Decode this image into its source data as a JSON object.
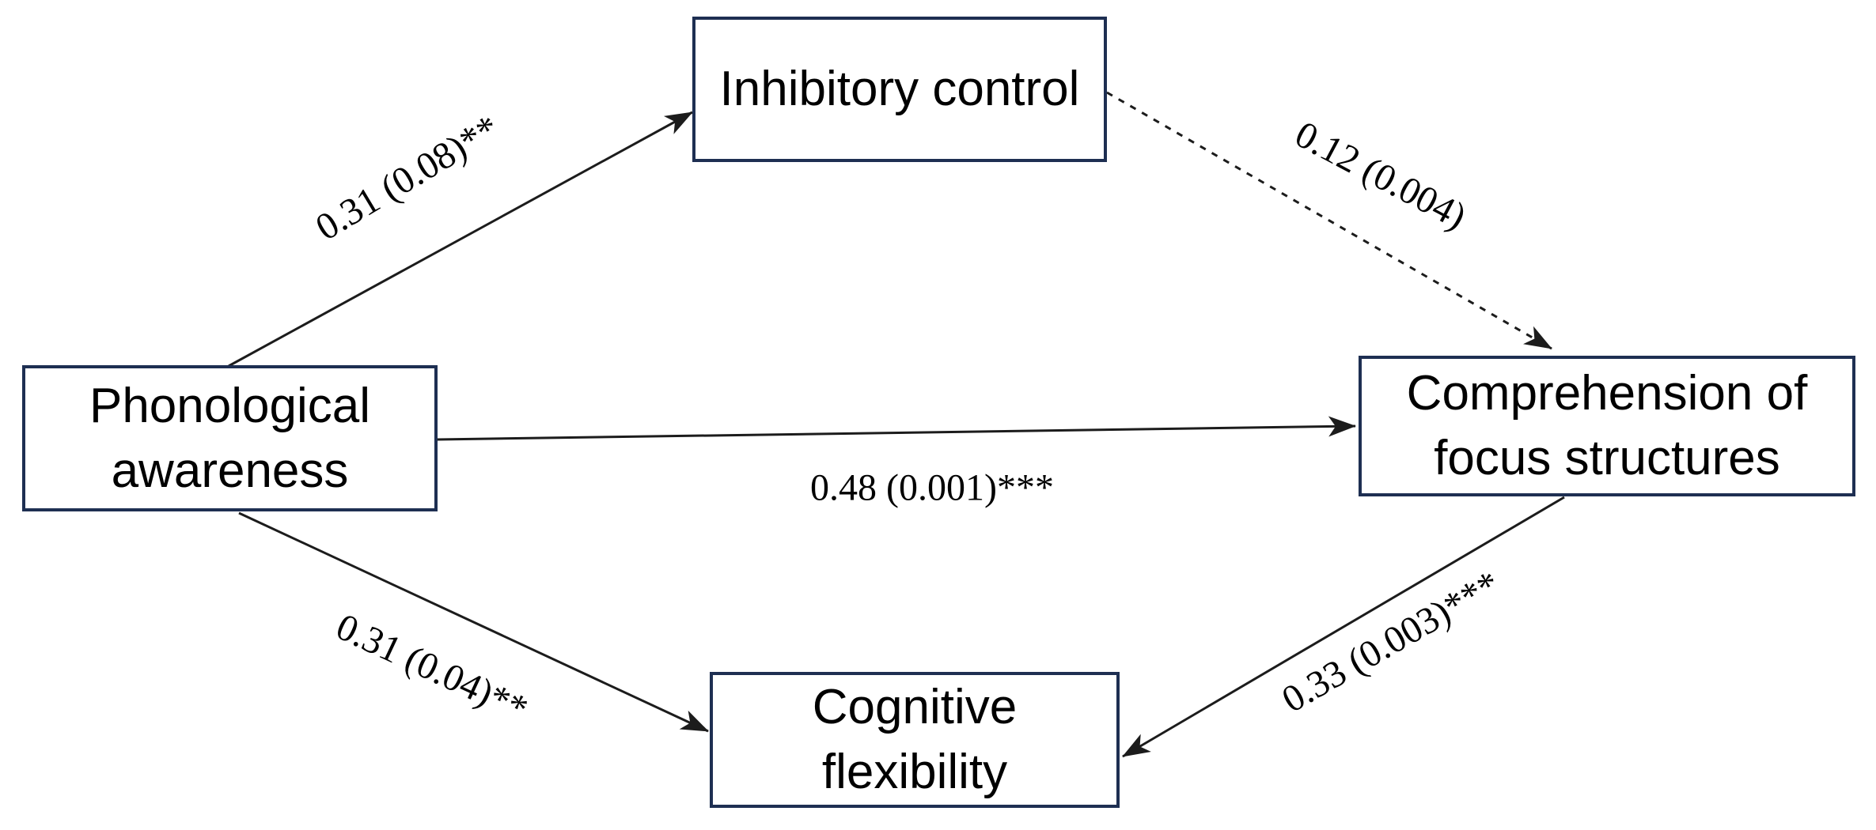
{
  "diagram": {
    "type": "path-model",
    "colors": {
      "background": "#ffffff",
      "box_border": "#1e2f52",
      "box_fill": "#ffffff",
      "line_color": "#1c1c1c",
      "text_color": "#000000"
    },
    "nodes": {
      "inhibitory": {
        "label": "Inhibitory control"
      },
      "phonological": {
        "label": "Phonological awareness"
      },
      "comprehension": {
        "label": "Comprehension of focus structures"
      },
      "cognitive": {
        "label": "Cognitive flexibility"
      }
    },
    "edges": [
      {
        "from": "Phonological awareness",
        "to": "Inhibitory control",
        "label": "0.31 (0.08)**",
        "style": "solid"
      },
      {
        "from": "Inhibitory control",
        "to": "Comprehension of focus structures",
        "label": "0.12 (0.004)",
        "style": "dashed"
      },
      {
        "from": "Phonological awareness",
        "to": "Comprehension of focus structures",
        "label": "0.48 (0.001)***",
        "style": "solid"
      },
      {
        "from": "Phonological awareness",
        "to": "Cognitive flexibility",
        "label": "0.31 (0.04)**",
        "style": "solid"
      },
      {
        "from": "Comprehension of focus structures",
        "to": "Cognitive flexibility",
        "label": "0.33 (0.003)***",
        "style": "solid"
      }
    ]
  }
}
